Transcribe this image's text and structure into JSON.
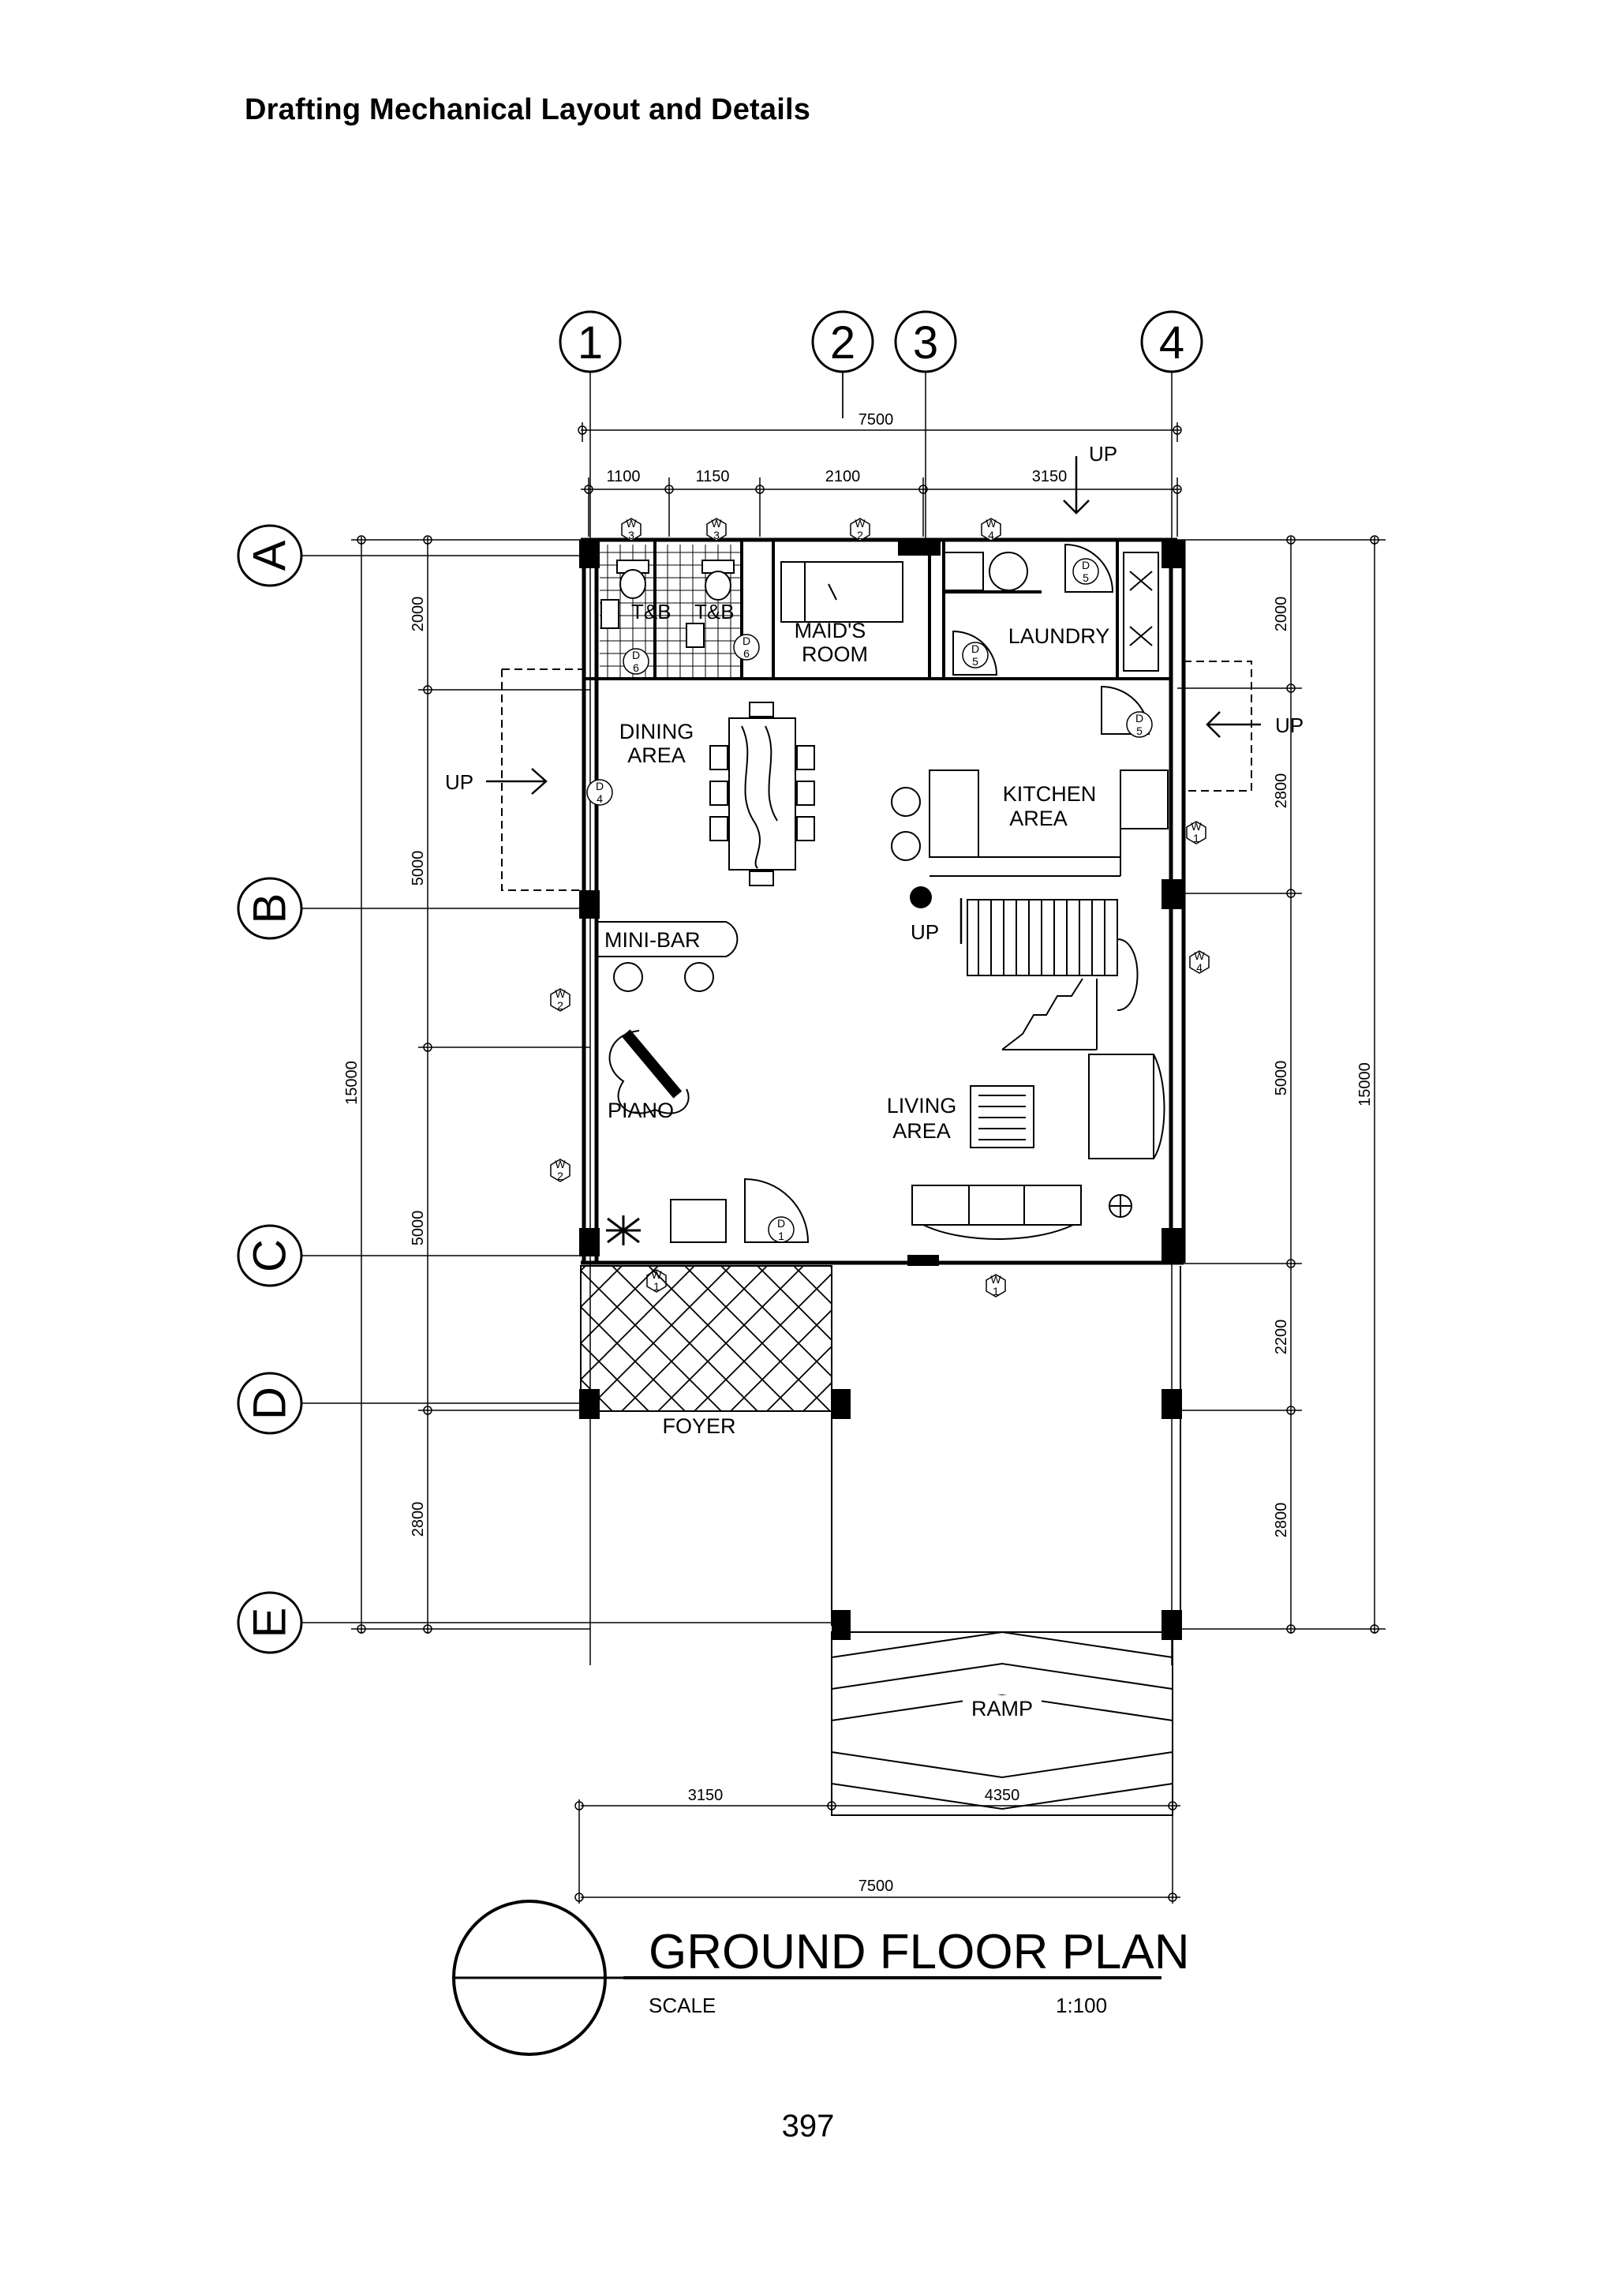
{
  "header": {
    "text": "Drafting Mechanical Layout and Details"
  },
  "page_number": "397",
  "plan": {
    "grid_columns": [
      "1",
      "2",
      "3",
      "4"
    ],
    "grid_rows": [
      "A",
      "B",
      "C",
      "D",
      "E"
    ],
    "dims_top_overall": "7500",
    "dims_top_parts": [
      "1100",
      "1150",
      "2100",
      "3150"
    ],
    "dims_bottom_parts": [
      "3150",
      "4350"
    ],
    "dims_bottom_overall": "7500",
    "dims_left_inner": [
      "2000",
      "5000",
      "5000",
      "2800"
    ],
    "dims_left_overall": "15000",
    "dims_right_inner": [
      "2000",
      "2800",
      "5000",
      "2200",
      "2800"
    ],
    "dims_right_overall": "15000",
    "rooms": {
      "tb1": "T&B",
      "tb2": "T&B",
      "maids_1": "MAID'S",
      "maids_2": "ROOM",
      "laundry": "LAUNDRY",
      "dining_1": "DINING",
      "dining_2": "AREA",
      "kitchen_1": "KITCHEN",
      "kitchen_2": "AREA",
      "minibar": "MINI-BAR",
      "piano": "PIANO",
      "living_1": "LIVING",
      "living_2": "AREA",
      "foyer": "FOYER",
      "ramp": "RAMP"
    },
    "up_labels": [
      "UP",
      "UP",
      "UP",
      "UP"
    ],
    "door_tags": [
      {
        "top": "D",
        "bottom": "6"
      },
      {
        "top": "D",
        "bottom": "6"
      },
      {
        "top": "D",
        "bottom": "5"
      },
      {
        "top": "D",
        "bottom": "5"
      },
      {
        "top": "D",
        "bottom": "5"
      },
      {
        "top": "D",
        "bottom": "4"
      },
      {
        "top": "D",
        "bottom": "1"
      }
    ],
    "window_tags": [
      {
        "top": "W",
        "bottom": "3"
      },
      {
        "top": "W",
        "bottom": "3"
      },
      {
        "top": "W",
        "bottom": "2"
      },
      {
        "top": "W",
        "bottom": "4"
      },
      {
        "top": "W",
        "bottom": "1"
      },
      {
        "top": "W",
        "bottom": "4"
      },
      {
        "top": "W",
        "bottom": "2"
      },
      {
        "top": "W",
        "bottom": "2"
      },
      {
        "top": "W",
        "bottom": "1"
      },
      {
        "top": "W",
        "bottom": "1"
      }
    ],
    "title_block": {
      "title": "GROUND FLOOR PLAN",
      "scale_label": "SCALE",
      "scale_value": "1:100"
    }
  }
}
